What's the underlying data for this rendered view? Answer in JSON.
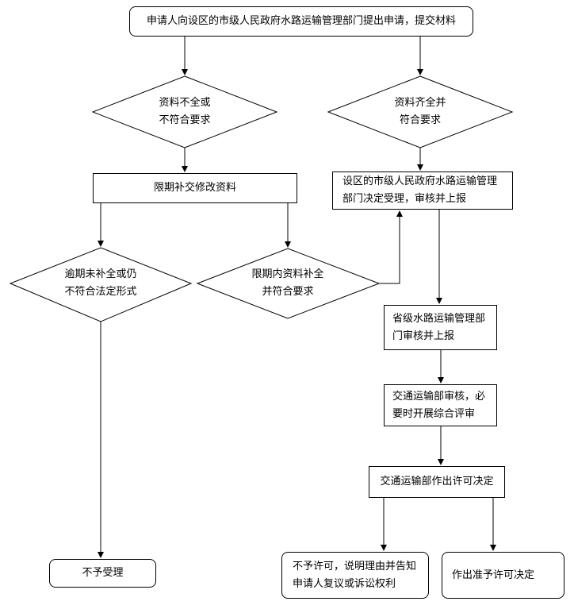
{
  "nodes": {
    "apply": "申请人向设区的市级人民政府水路运输管理部门提出申请，提交材料",
    "incomplete_line1": "资料不全或",
    "incomplete_line2": "不符合要求",
    "complete_line1": "资料齐全并",
    "complete_line2": "符合要求",
    "supplement": "限期补交修改资料",
    "city_accept_line1": "设区的市级人民政府水路运输管理",
    "city_accept_line2": "部门决定受理，审核并上报",
    "overdue_line1": "逾期未补全或仍",
    "overdue_line2": "不符合法定形式",
    "in_time_line1": "限期内资料补全",
    "in_time_line2": "并符合要求",
    "province_line1": "省级水路运输管理部",
    "province_line2": "门审核并上报",
    "ministry_line1": "交通运输部审核，必",
    "ministry_line2": "要时开展综合评审",
    "decision": "交通运输部作出许可决定",
    "reject": "不予受理",
    "deny_line1": "不予许可，说明理由并告知",
    "deny_line2": "申请人复议或诉讼权利",
    "grant": "作出准予许可决定"
  }
}
